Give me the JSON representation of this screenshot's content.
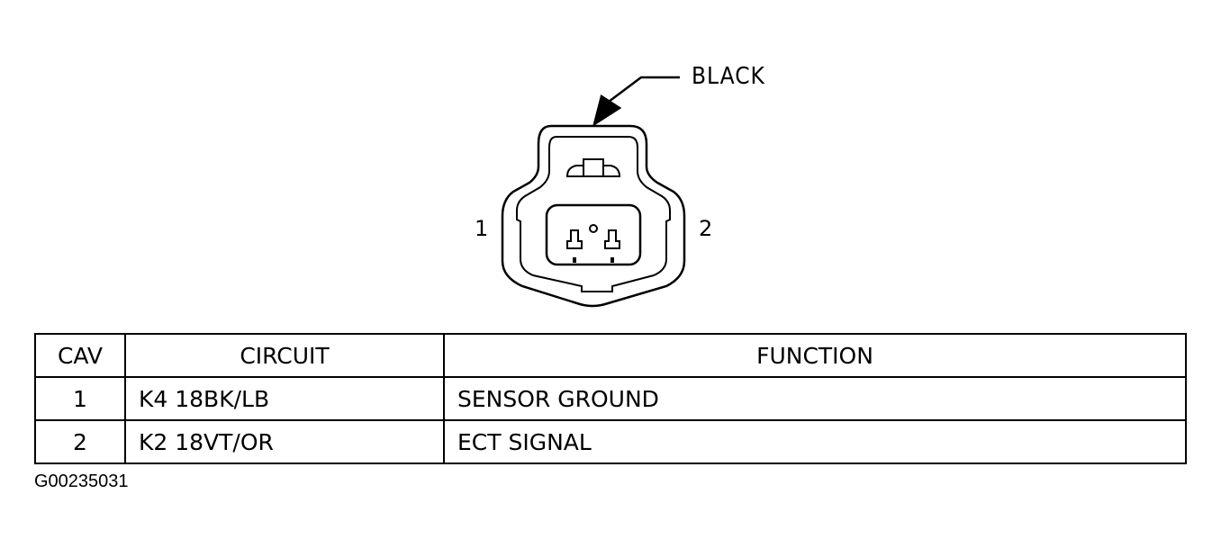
{
  "connector": {
    "color_label": "BLACK",
    "pin_left_label": "1",
    "pin_right_label": "2"
  },
  "table": {
    "headers": {
      "cav": "CAV",
      "circuit": "CIRCUIT",
      "function": "FUNCTION"
    },
    "rows": [
      {
        "cav": "1",
        "circuit": "K4 18BK/LB",
        "function": "SENSOR GROUND"
      },
      {
        "cav": "2",
        "circuit": "K2 18VT/OR",
        "function": "ECT SIGNAL"
      }
    ]
  },
  "figure_id": "G00235031"
}
